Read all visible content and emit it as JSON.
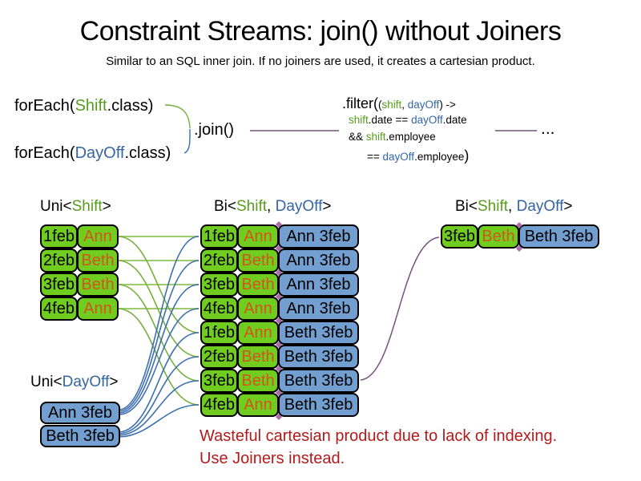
{
  "slide": {
    "title": "Constraint Streams: join() without Joiners",
    "subtitle": "Similar to an SQL inner join. If no joiners are used, it creates a cartesian product."
  },
  "code": {
    "foreach_shift": {
      "pre": "forEach(",
      "cls": "Shift",
      "post": ".class)"
    },
    "foreach_dayoff": {
      "pre": "forEach(",
      "cls": "DayOff",
      "post": ".class)"
    },
    "join": ".join()",
    "filter": {
      "big_open": ".filter(",
      "args_open": "(",
      "arg1": "shift",
      "comma": ", ",
      "arg2": "dayOff",
      "arrow": ") ->",
      "l2_shift": "shift",
      "l2_mid": ".date == ",
      "l2_dayoff": "dayOff",
      "l2_end": ".date",
      "l3_and": "&& ",
      "l3_shift": "shift",
      "l3_end": ".employee",
      "l4_eq": "== ",
      "l4_dayoff": "dayOff",
      "l4_end": ".employee",
      "big_close": ")"
    },
    "ellipsis": "..."
  },
  "labels": {
    "uni_shift": {
      "pre": "Uni<",
      "a": "Shift",
      "post": ">"
    },
    "bi_mid": {
      "pre": "Bi<",
      "a": "Shift",
      "sep": ", ",
      "b": "DayOff",
      "post": ">"
    },
    "bi_right": {
      "pre": "Bi<",
      "a": "Shift",
      "sep": ", ",
      "b": "DayOff",
      "post": ">"
    },
    "uni_dayoff": {
      "pre": "Uni<",
      "b": "DayOff",
      "post": ">"
    }
  },
  "shifts": [
    {
      "date": "1feb",
      "employee": "Ann"
    },
    {
      "date": "2feb",
      "employee": "Beth"
    },
    {
      "date": "3feb",
      "employee": "Beth"
    },
    {
      "date": "4feb",
      "employee": "Ann"
    }
  ],
  "dayoffs": [
    "Ann 3feb",
    "Beth 3feb"
  ],
  "pairs": [
    {
      "date": "1feb",
      "employee": "Ann",
      "dayoff": "Ann 3feb"
    },
    {
      "date": "2feb",
      "employee": "Beth",
      "dayoff": "Ann 3feb"
    },
    {
      "date": "3feb",
      "employee": "Beth",
      "dayoff": "Ann 3feb"
    },
    {
      "date": "4feb",
      "employee": "Ann",
      "dayoff": "Ann 3feb"
    },
    {
      "date": "1feb",
      "employee": "Ann",
      "dayoff": "Beth 3feb"
    },
    {
      "date": "2feb",
      "employee": "Beth",
      "dayoff": "Beth 3feb"
    },
    {
      "date": "3feb",
      "employee": "Beth",
      "dayoff": "Beth 3feb"
    },
    {
      "date": "4feb",
      "employee": "Ann",
      "dayoff": "Beth 3feb"
    }
  ],
  "result": {
    "date": "3feb",
    "employee": "Beth",
    "dayoff": "Beth 3feb"
  },
  "warning": {
    "line1": "Wasteful cartesian product due to lack of indexing.",
    "line2": "Use Joiners instead."
  },
  "colors": {
    "shift_green_text": "#579D1C",
    "dayoff_blue_text": "#3465A4",
    "box_green": "#70CC1E",
    "box_blue": "#729FCF",
    "employee_orange": "#D4551B",
    "warning_red": "#B21B1B",
    "join_line_purple": "#75507B",
    "connector_green": "#76AE3C",
    "connector_green_light": "#9DCB6E",
    "connector_blue": "#3D6FAE",
    "junction_diamond": "#A86CA8"
  }
}
